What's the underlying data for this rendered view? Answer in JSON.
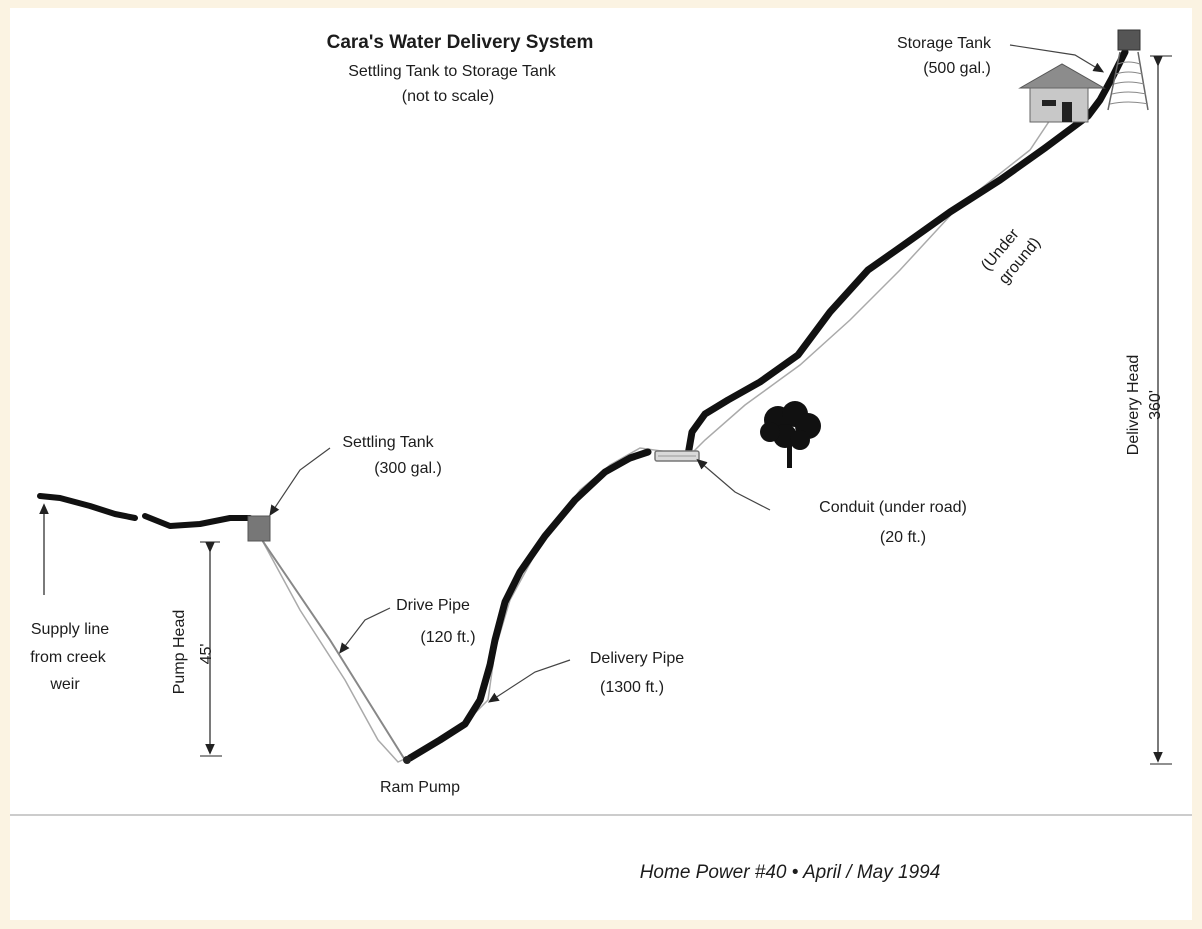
{
  "diagram": {
    "title": "Cara's Water Delivery System",
    "subtitle": "Settling Tank to Storage Tank",
    "note": "(not  to scale)",
    "labels": {
      "storage_tank": "Storage Tank",
      "storage_tank_capacity": "(500 gal.)",
      "settling_tank": "Settling Tank",
      "settling_tank_capacity": "(300 gal.)",
      "underground_1": "(Under",
      "underground_2": "ground)",
      "delivery_head": "Delivery Head",
      "delivery_head_value": "360'",
      "conduit": "Conduit (under road)",
      "conduit_length": "(20 ft.)",
      "drive_pipe": "Drive Pipe",
      "drive_pipe_length": "(120 ft.)",
      "delivery_pipe": "Delivery Pipe",
      "delivery_pipe_length": "(1300 ft.)",
      "pump_head": "Pump Head",
      "pump_head_value": "45'",
      "supply_line_1": "Supply line",
      "supply_line_2": "from creek",
      "supply_line_3": "weir",
      "ram_pump": "Ram Pump"
    },
    "footer": "Home Power #40  •  April / May 1994"
  },
  "colors": {
    "pipe": "#111111",
    "ground": "#aaaaaa",
    "tank": "#777777",
    "house_wall": "#c8c8c8",
    "roof": "#8c8c8c",
    "background_border": "#fbf3e2"
  }
}
